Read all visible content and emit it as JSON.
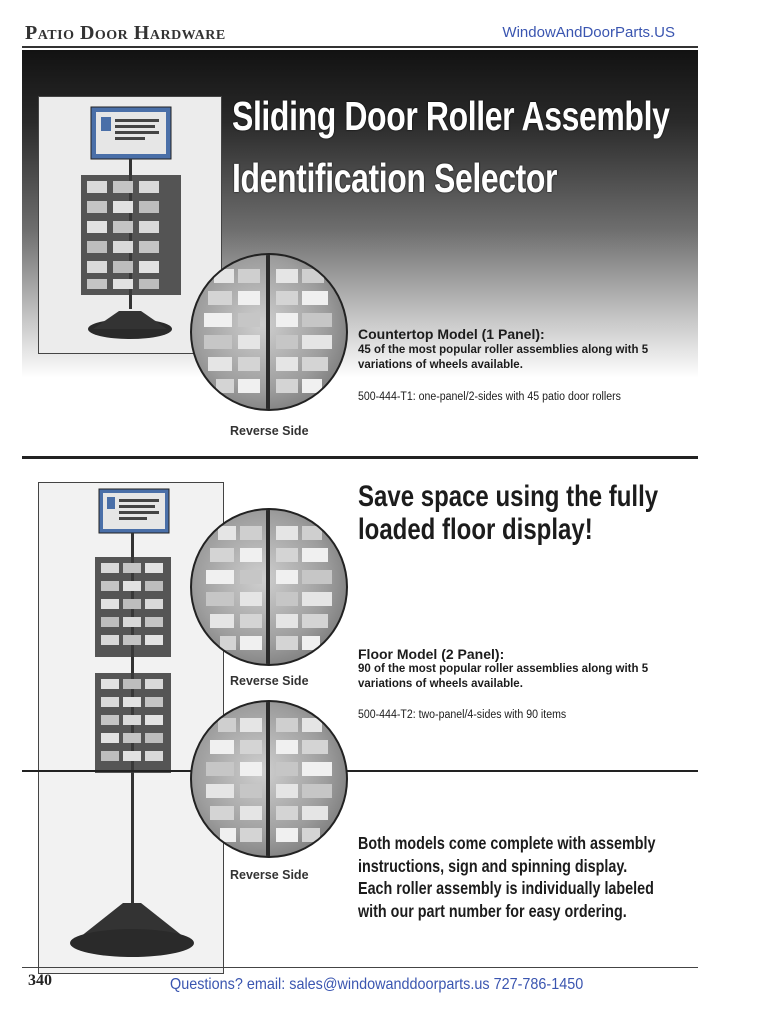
{
  "header": {
    "section": "Patio Door Hardware",
    "site": "WindowAndDoorParts.US"
  },
  "banner": {
    "title_line1": "Sliding Door Roller Assembly",
    "title_line2": "Identification Selector"
  },
  "countertop": {
    "heading": "Countertop Model (1 Panel):",
    "description": "45 of the most popular roller assemblies along with 5 variations of wheels available.",
    "sku": "500-444-T1: one-panel/2-sides with 45 patio door rollers",
    "caption": "Reverse Side"
  },
  "floor": {
    "headline_line1": "Save space using the fully",
    "headline_line2": "loaded floor display!",
    "heading": "Floor Model (2 Panel):",
    "description": "90 of the most popular roller assemblies along with 5 variations of wheels available.",
    "sku": "500-444-T2: two-panel/4-sides with 90 items",
    "caption_top": "Reverse Side",
    "caption_bottom": "Reverse Side"
  },
  "closing": {
    "line1": "Both models come complete with assembly",
    "line2": "instructions, sign and spinning display.",
    "line3": "Each roller assembly is individually labeled",
    "line4": "with our part number for easy ordering."
  },
  "footer": {
    "page_number": "340",
    "contact": "Questions? email: sales@windowanddoorparts.us  727-786-1450"
  },
  "colors": {
    "link_blue": "#3a55b0",
    "banner_dark": "#121212",
    "text_dark": "#1c1c1c"
  }
}
